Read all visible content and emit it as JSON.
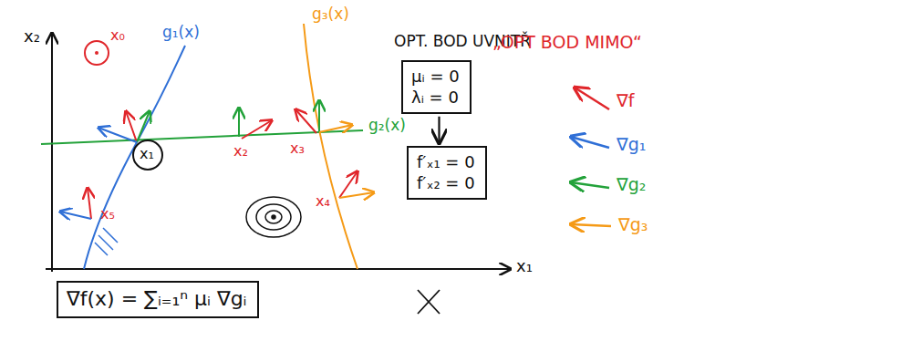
{
  "diagram": {
    "nodes": [
      {
        "text": [
          "μᵢ = 0",
          "λᵢ = 0"
        ]
      },
      {
        "text": [
          "f′ₓ₁ = 0",
          "f′ₓ₂ = 0"
        ]
      },
      {
        "text": [
          "∇f(x) = ∑ᵢ₌₁ⁿ μᵢ ∇gᵢ"
        ]
      }
    ],
    "edges": [
      {
        "from": 0,
        "to": 1,
        "arrow": "to"
      }
    ],
    "labels": [
      "x₂",
      "x₀",
      "g₁(x)",
      "g₃(x)",
      "OPT. BOD UVNITŘ",
      "„OPT BOD MIMO“",
      "g₂(x)",
      "x₁",
      "x₂",
      "x₃",
      "x₅",
      "x₄",
      "x₁"
    ],
    "legend": [
      {
        "text": "∇f"
      },
      {
        "text": "∇g₁"
      },
      {
        "text": "∇g₂"
      },
      {
        "text": "∇g₃"
      }
    ]
  }
}
